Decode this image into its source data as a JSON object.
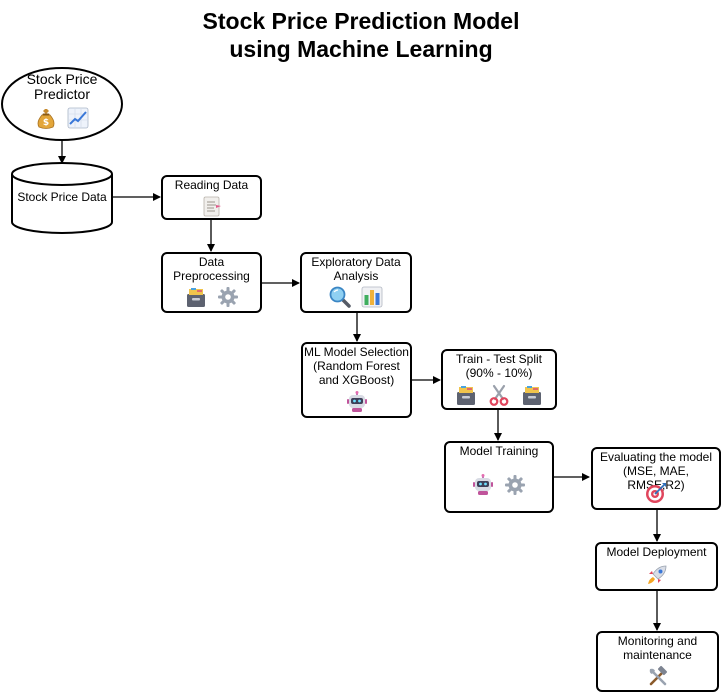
{
  "title_line1": "Stock Price Prediction Model",
  "title_line2": "using Machine Learning",
  "nodes": {
    "predictor": {
      "line1": "Stock Price",
      "line2": "Predictor",
      "icons": [
        "money-bag-icon",
        "chart-increasing-icon"
      ]
    },
    "data_store": {
      "label": "Stock Price Data"
    },
    "reading": {
      "label": "Reading Data",
      "icons": [
        "document-icon"
      ]
    },
    "preprocessing": {
      "line1": "Data",
      "line2": "Preprocessing",
      "icons": [
        "file-cabinet-icon",
        "gear-icon"
      ]
    },
    "eda": {
      "line1": "Exploratory Data",
      "line2": "Analysis",
      "icons": [
        "magnifying-glass-icon",
        "bar-chart-icon"
      ]
    },
    "model_selection": {
      "line1": "ML Model Selection",
      "line2": "(Random Forest",
      "line3": "and XGBoost)",
      "icons": [
        "robot-icon"
      ]
    },
    "split": {
      "line1": "Train - Test Split",
      "line2": "(90% - 10%)",
      "icons": [
        "file-cabinet-icon",
        "scissors-icon",
        "file-cabinet-icon"
      ]
    },
    "training": {
      "label": "Model Training",
      "icons": [
        "robot-icon",
        "gear-icon"
      ]
    },
    "evaluation": {
      "line1": "Evaluating the model",
      "line2": "(MSE, MAE, RMSE,R2)",
      "icons": [
        "target-icon"
      ]
    },
    "deployment": {
      "label": "Model Deployment",
      "icons": [
        "rocket-icon"
      ]
    },
    "monitoring": {
      "line1": "Monitoring and",
      "line2": "maintenance",
      "icons": [
        "hammer-wrench-icon"
      ]
    }
  }
}
